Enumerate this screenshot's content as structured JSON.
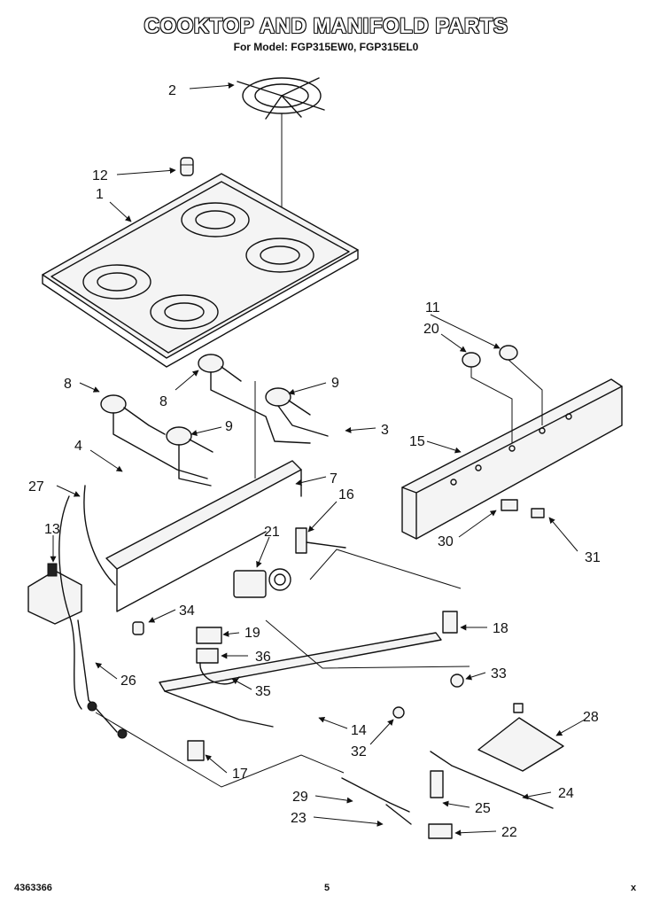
{
  "header": {
    "title": "COOKTOP AND MANIFOLD PARTS",
    "subtitle": "For Model: FGP315EW0, FGP315EL0"
  },
  "footer": {
    "doc_number": "4363366",
    "page_number": "5",
    "mark": "x"
  },
  "callouts": [
    "1",
    "2",
    "3",
    "4",
    "7",
    "8",
    "8",
    "9",
    "9",
    "11",
    "12",
    "13",
    "14",
    "15",
    "16",
    "17",
    "18",
    "19",
    "20",
    "21",
    "22",
    "23",
    "24",
    "25",
    "26",
    "27",
    "28",
    "29",
    "30",
    "31",
    "32",
    "33",
    "34",
    "35",
    "36"
  ]
}
